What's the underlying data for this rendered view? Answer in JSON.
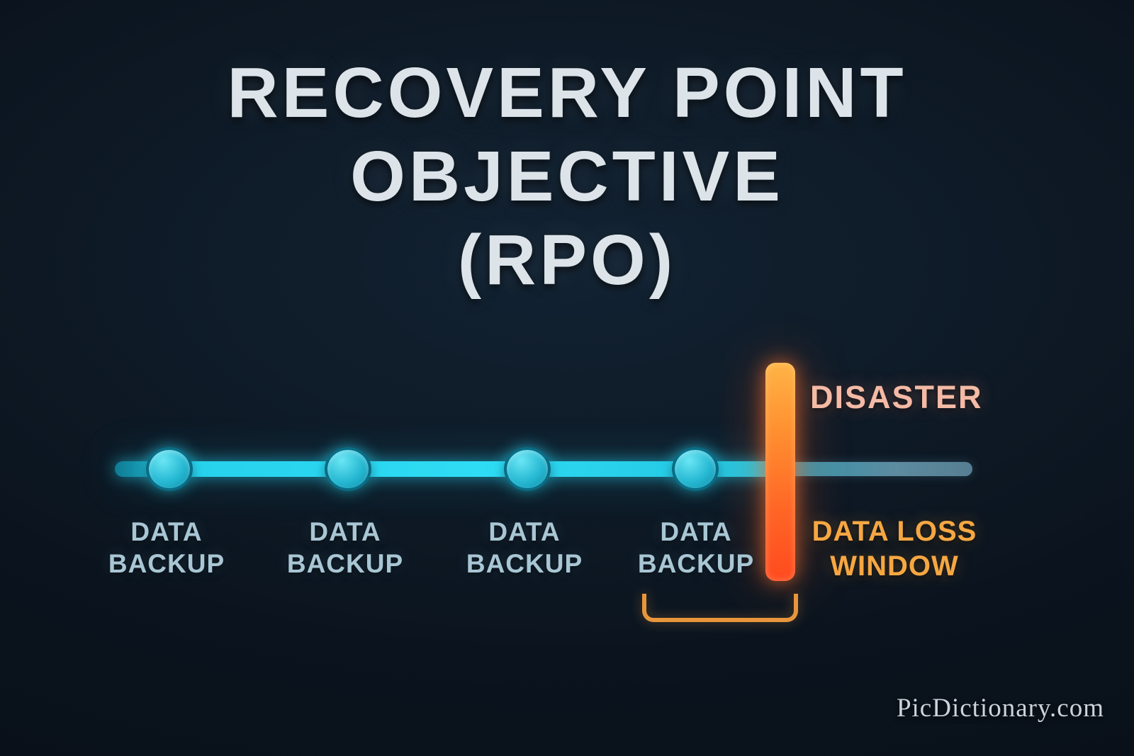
{
  "title": {
    "line1": "RECOVERY POINT",
    "line2": "OBJECTIVE",
    "line3": "(RPO)"
  },
  "timeline": {
    "backups": [
      {
        "label": "DATA\nBACKUP"
      },
      {
        "label": "DATA\nBACKUP"
      },
      {
        "label": "DATA\nBACKUP"
      },
      {
        "label": "DATA\nBACKUP"
      }
    ],
    "disaster": {
      "label": "DISASTER"
    },
    "data_loss_window": {
      "label": "DATA LOSS\nWINDOW"
    }
  },
  "watermark": "PicDictionary.com",
  "colors": {
    "background": "#0b141e",
    "title_text": "#dde4e9",
    "timeline_cyan": "#2bd8f0",
    "label_blue": "#a9c6d4",
    "disaster_orange": "#ff6a2a",
    "disaster_text": "#f4baa5",
    "data_loss_orange": "#f6a742"
  }
}
